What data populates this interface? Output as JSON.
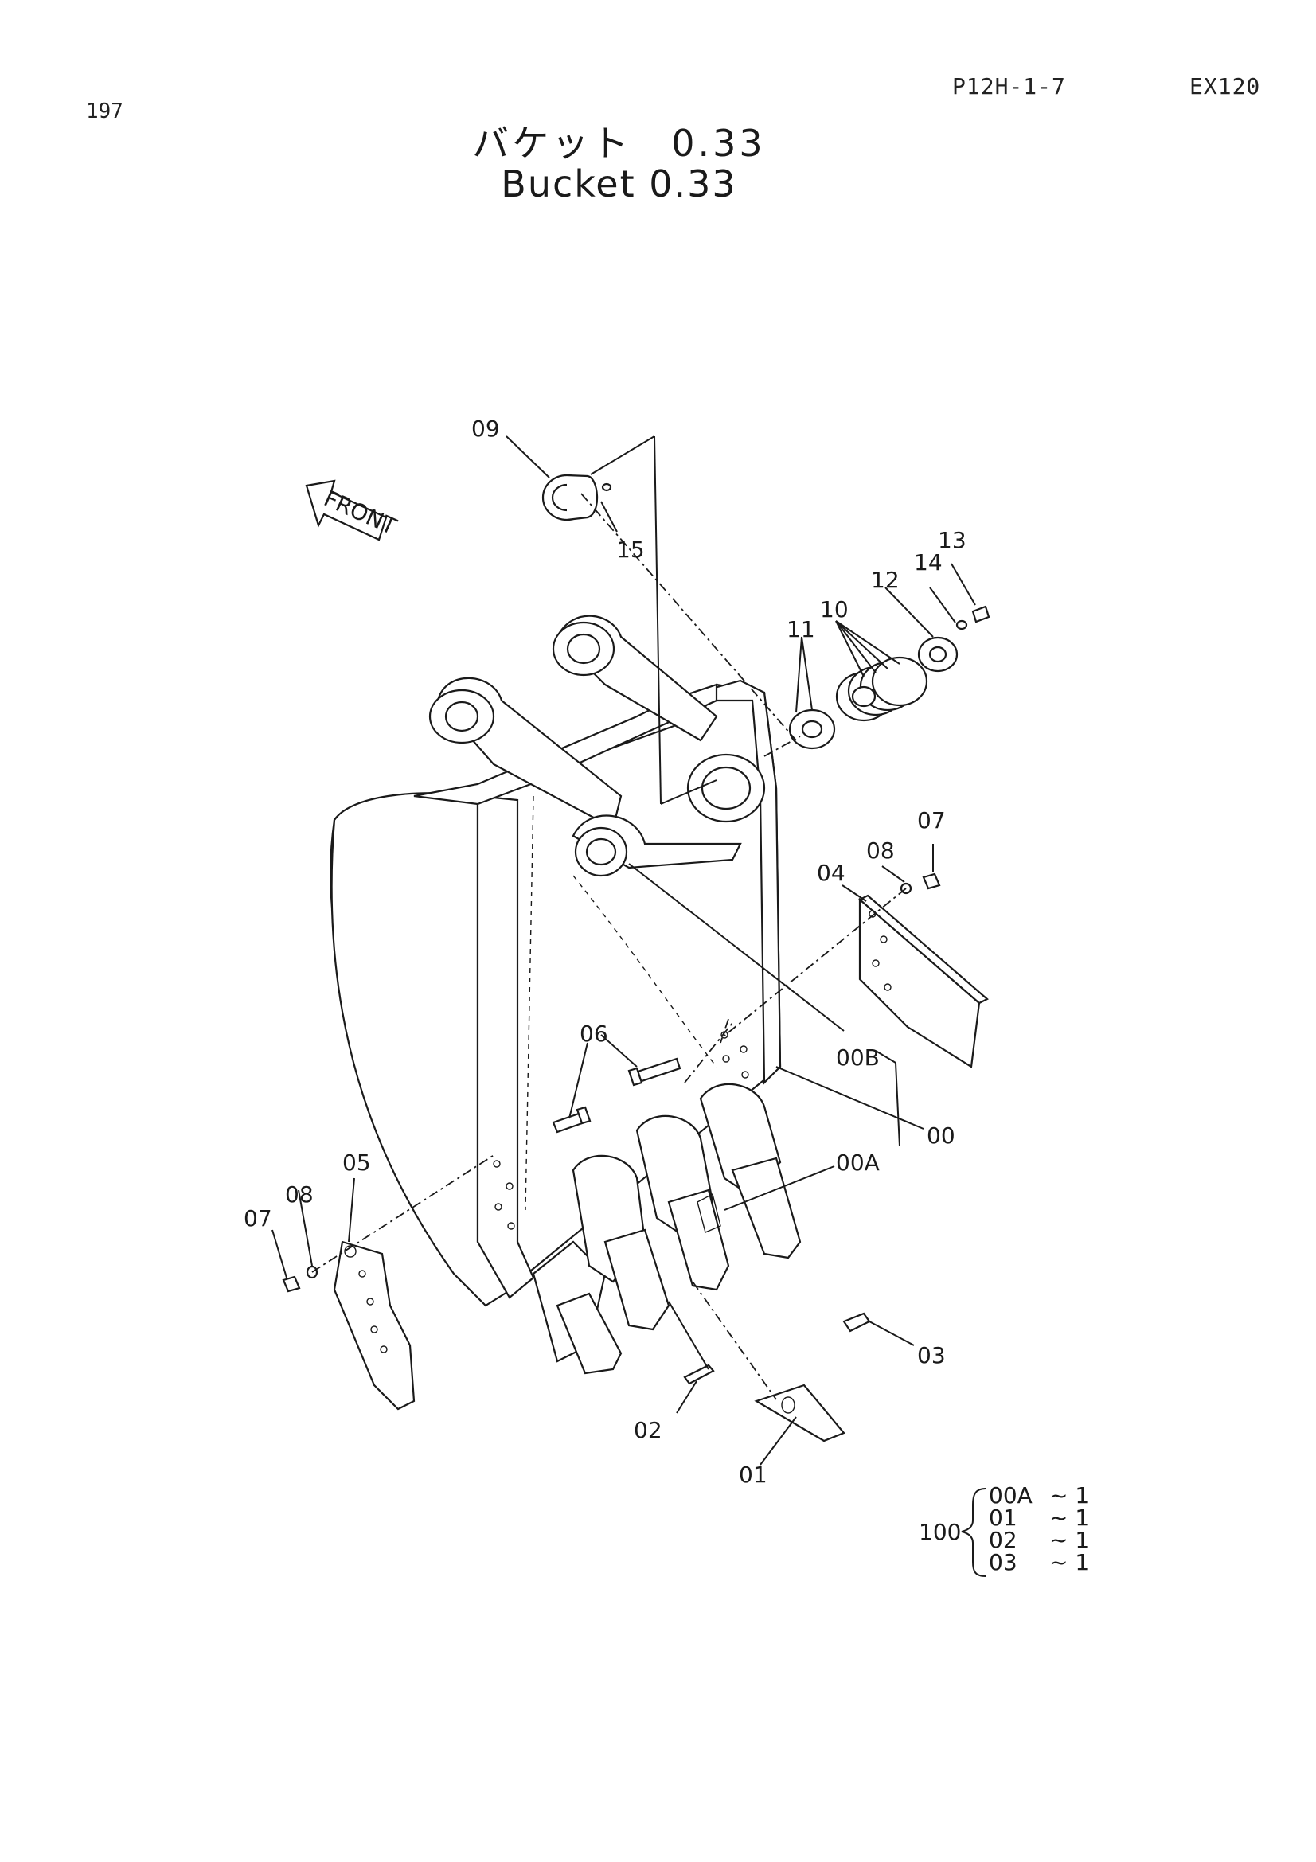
{
  "header": {
    "page_number": "197",
    "doc_code": "P12H-1-7",
    "model": "EX120"
  },
  "title": {
    "japanese": "バケット　0.33",
    "english": "Bucket 0.33"
  },
  "direction_label": "FRONT",
  "callouts": {
    "c09": "09",
    "c15": "15",
    "c13": "13",
    "c14": "14",
    "c12": "12",
    "c10": "10",
    "c11": "11",
    "c07a": "07",
    "c08a": "08",
    "c04": "04",
    "c06": "06",
    "c00B": "00B",
    "c00": "00",
    "c00A": "00A",
    "c05": "05",
    "c08b": "08",
    "c07b": "07",
    "c03": "03",
    "c02": "02",
    "c01": "01"
  },
  "kit": {
    "number": "100",
    "items": [
      {
        "part": "00A",
        "qty": "~ 1"
      },
      {
        "part": "01",
        "qty": "~ 1"
      },
      {
        "part": "02",
        "qty": "~ 1"
      },
      {
        "part": "03",
        "qty": "~ 1"
      }
    ]
  }
}
